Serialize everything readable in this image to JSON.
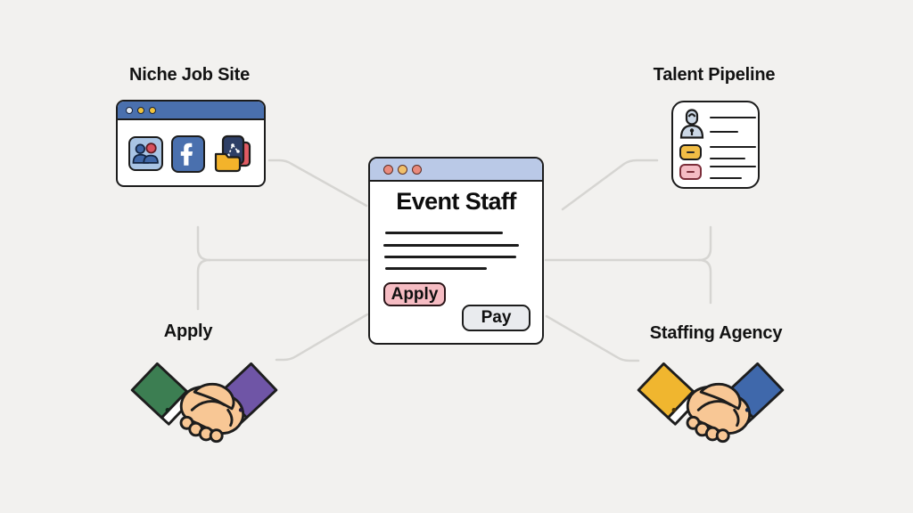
{
  "canvas": {
    "background": "#f2f1ef",
    "connector_color": "#d6d5d2",
    "outline_color": "#1c1c1c"
  },
  "nodes": {
    "niche_job_site": {
      "label": "Niche Job Site",
      "titlebar_color": "#4a70ae",
      "dot_colors": [
        "#e3ebf5",
        "#f2c43d",
        "#f2c43d"
      ],
      "icons": [
        "community-icon",
        "facebook-icon",
        "app-stack-icon"
      ],
      "community_tile_color": "#a9c4e4",
      "facebook_color": "#4a70ae"
    },
    "talent_pipeline": {
      "label": "Talent Pipeline",
      "rows": [
        {
          "icon": "person-icon",
          "color": "#ccd8e6"
        },
        {
          "icon": "tag-icon",
          "color": "#f1bd45"
        },
        {
          "icon": "tag-icon",
          "color": "#f5bcc4"
        }
      ]
    },
    "event_staff": {
      "title": "Event Staff",
      "titlebar_color": "#bac9e7",
      "dot_colors": [
        "#ea8b7d",
        "#f0c06a",
        "#e98a7c"
      ],
      "apply_button": {
        "label": "Apply",
        "color": "#f6bcc3"
      },
      "pay_button": {
        "label": "Pay",
        "color": "#e9ebee"
      }
    },
    "apply_handshake": {
      "label": "Apply",
      "sleeve_left": "#3c7e52",
      "sleeve_right": "#6f55a6",
      "cuff": "#ffffff",
      "skin": "#f8c795"
    },
    "staffing_agency": {
      "label": "Staffing Agency",
      "sleeve_left": "#f0b62f",
      "sleeve_right": "#3f68ab",
      "cuff": "#ffffff",
      "skin": "#f8c795"
    }
  }
}
